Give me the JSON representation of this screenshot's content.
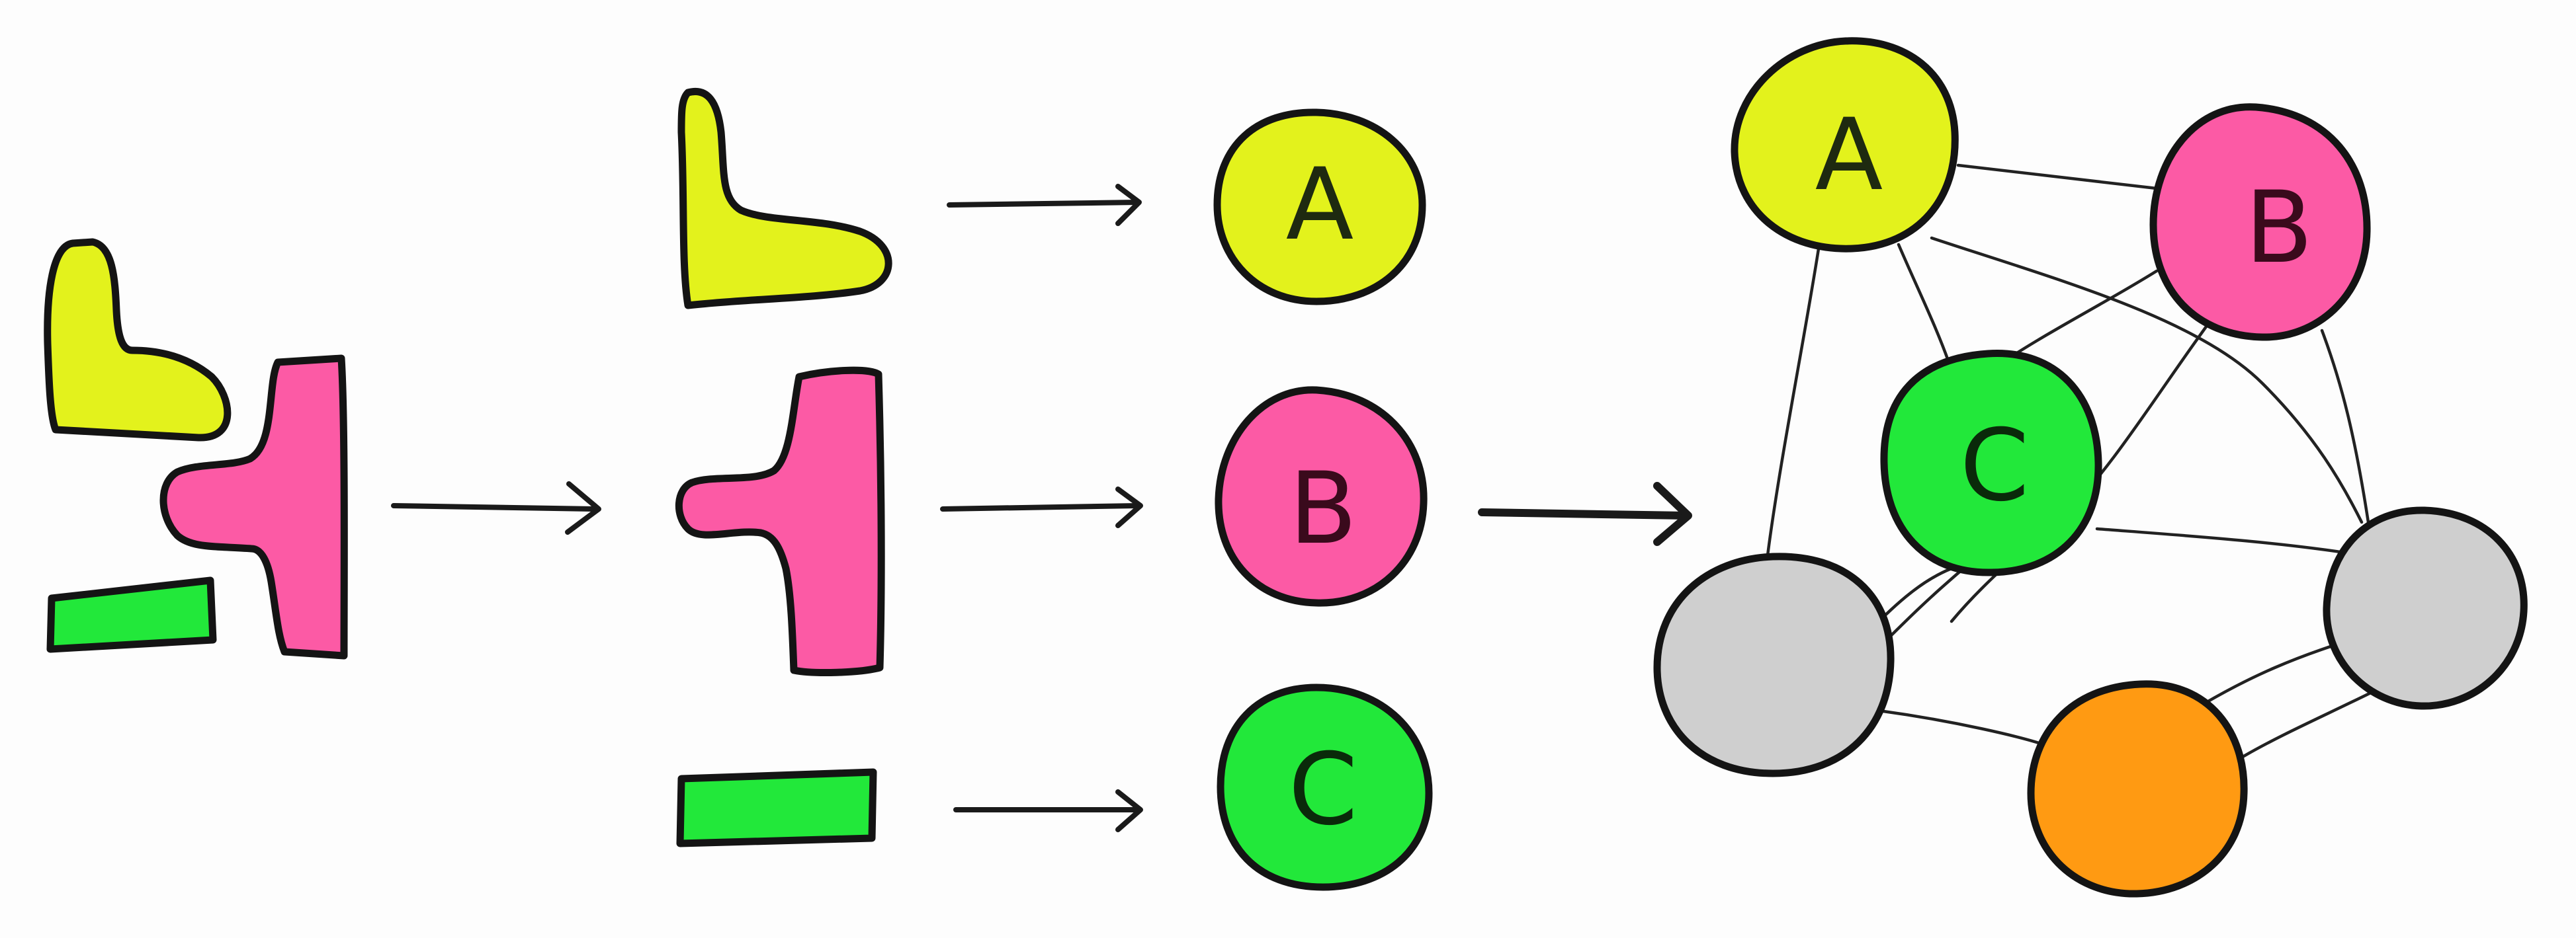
{
  "colors": {
    "A": "#e3f21c",
    "B": "#fc5aa5",
    "C": "#22e83a",
    "unknown": "#cfcfcf",
    "extra": "#ff9a12",
    "ink": "#141414",
    "background": "#fdfdfd"
  },
  "labels": {
    "A": "A",
    "B": "B",
    "C": "C"
  },
  "graph": {
    "nodes": [
      {
        "id": "A",
        "label": "A",
        "color": "A"
      },
      {
        "id": "B",
        "label": "B",
        "color": "B"
      },
      {
        "id": "C",
        "label": "C",
        "color": "C"
      },
      {
        "id": "G1",
        "label": "",
        "color": "unknown"
      },
      {
        "id": "G2",
        "label": "",
        "color": "unknown"
      },
      {
        "id": "O",
        "label": "",
        "color": "extra"
      }
    ],
    "edges": [
      [
        "A",
        "B"
      ],
      [
        "A",
        "C"
      ],
      [
        "A",
        "G1"
      ],
      [
        "A",
        "G2"
      ],
      [
        "B",
        "C"
      ],
      [
        "B",
        "G1"
      ],
      [
        "B",
        "G2"
      ],
      [
        "C",
        "G1"
      ],
      [
        "C",
        "G2"
      ],
      [
        "C",
        "G1"
      ],
      [
        "G1",
        "O"
      ],
      [
        "G2",
        "O"
      ],
      [
        "G2",
        "O"
      ]
    ]
  }
}
